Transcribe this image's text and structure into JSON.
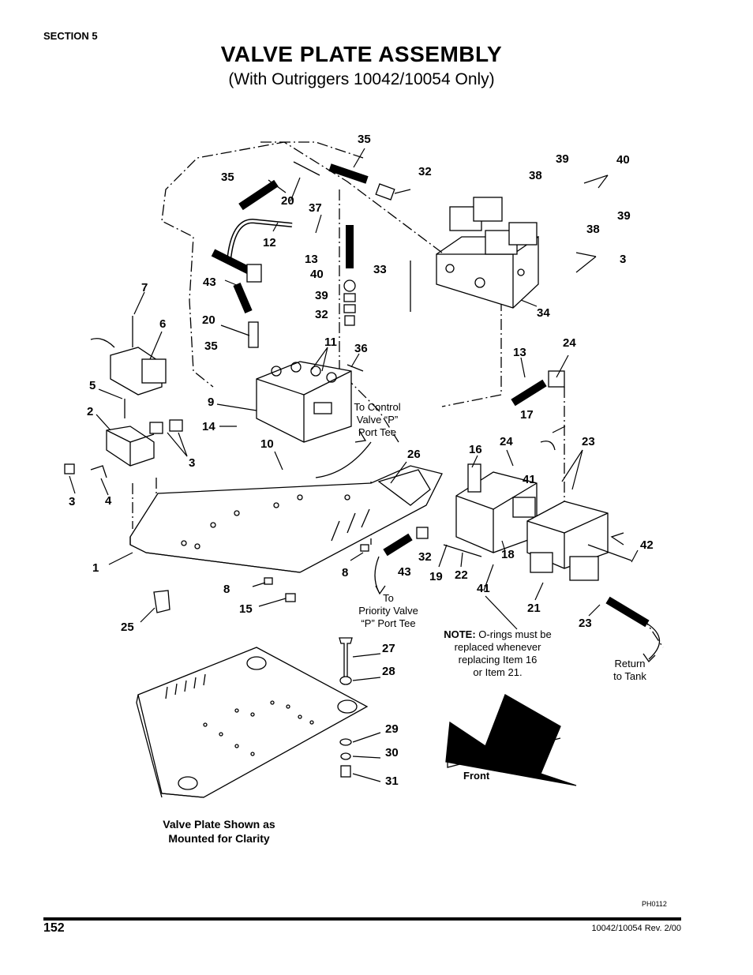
{
  "header": {
    "section": "SECTION 5",
    "title": "VALVE PLATE ASSEMBLY",
    "subtitle": "(With Outriggers 10042/10054 Only)"
  },
  "annotations": {
    "to_control_valve": [
      "To Control",
      "Valve “P”",
      "Port Tee"
    ],
    "to_priority_valve": [
      "To",
      "Priority Valve",
      "“P” Port Tee"
    ],
    "return_to_tank": [
      "Return",
      "to Tank"
    ],
    "note_label": "NOTE:",
    "note_text": [
      "O-rings must be",
      "replaced whenever",
      "replacing Item 16",
      "or Item 21."
    ],
    "front_label": "Front",
    "plate_caption": [
      "Valve Plate Shown as",
      "Mounted for Clarity"
    ]
  },
  "callouts": [
    "35",
    "35",
    "20",
    "32",
    "37",
    "12",
    "13",
    "43",
    "40",
    "39",
    "32",
    "33",
    "38",
    "39",
    "40",
    "38",
    "39",
    "3",
    "34",
    "7",
    "6",
    "20",
    "35",
    "11",
    "36",
    "5",
    "2",
    "9",
    "14",
    "10",
    "3",
    "3",
    "4",
    "26",
    "13",
    "24",
    "17",
    "24",
    "23",
    "16",
    "41",
    "42",
    "1",
    "8",
    "43",
    "32",
    "19",
    "22",
    "18",
    "41",
    "21",
    "8",
    "15",
    "25",
    "23",
    "27",
    "28",
    "29",
    "30",
    "31"
  ],
  "figure_id": "PH0112",
  "footer": {
    "page_number": "152",
    "revision": "10042/10054 Rev. 2/00"
  }
}
